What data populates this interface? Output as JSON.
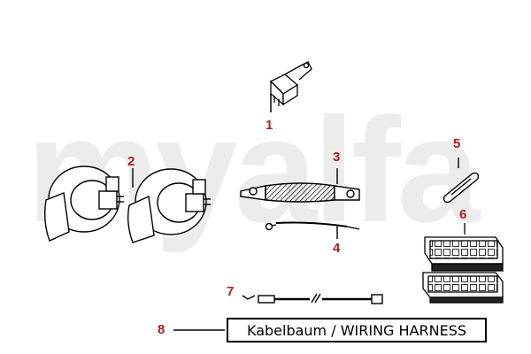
{
  "watermark": {
    "text": "myalfa",
    "color": "#ececec"
  },
  "callout_color": "#b01d1d",
  "callouts": [
    {
      "id": 1,
      "label": "1"
    },
    {
      "id": 2,
      "label": "2"
    },
    {
      "id": 3,
      "label": "3"
    },
    {
      "id": 4,
      "label": "4"
    },
    {
      "id": 5,
      "label": "5"
    },
    {
      "id": 6,
      "label": "6"
    },
    {
      "id": 7,
      "label": "7"
    },
    {
      "id": 8,
      "label": "8"
    }
  ],
  "parts": [
    {
      "callout": "1",
      "icon": "relay-icon"
    },
    {
      "callout": "2",
      "icon": "horn-pair-icon"
    },
    {
      "callout": "3",
      "icon": "braided-ground-strap-icon"
    },
    {
      "callout": "4",
      "icon": "ground-cable-icon"
    },
    {
      "callout": "5",
      "icon": "fuse-icon"
    },
    {
      "callout": "6",
      "icon": "fuse-box-icon"
    },
    {
      "callout": "7",
      "icon": "cable-icon"
    }
  ],
  "harness_label": "Kabelbaum / WIRING HARNESS"
}
